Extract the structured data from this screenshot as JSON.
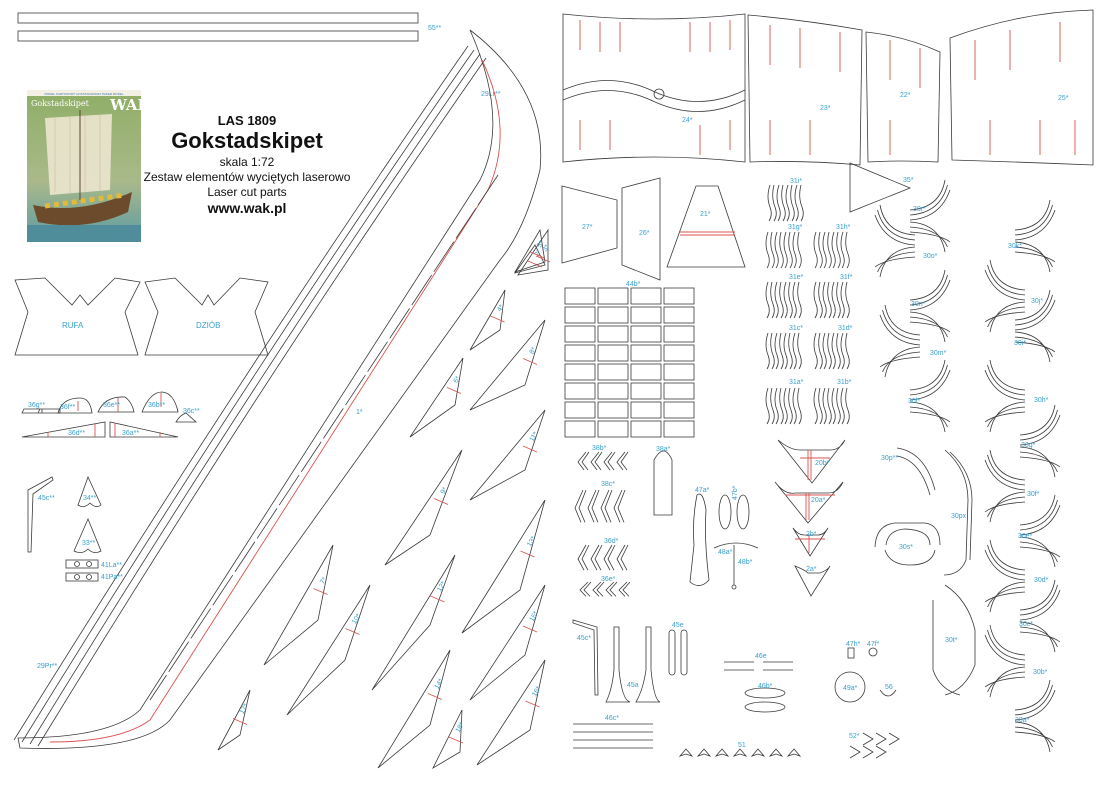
{
  "header": {
    "code": "LAS 1809",
    "title": "Gokstadskipet",
    "scale": "skala 1:72",
    "subtitle_pl": "Zestaw elementów wyciętych laserowo",
    "subtitle_en": "Laser cut parts",
    "website": "www.wak.pl"
  },
  "cover": {
    "top_strip": "MODEL KARTONOWY GOKSTADSKIPET PAPER MODEL",
    "name": "Gokstadskipet",
    "brand": "WAK"
  },
  "colors": {
    "cut_line": "#3a3a3a",
    "fold_line": "#d9534f",
    "label": "#3aa0cf"
  },
  "labels": {
    "p55": "55**",
    "p29Lr": "29Lr**",
    "p29Pr": "29Pr**",
    "p24": "24*",
    "p23": "23*",
    "p22": "22*",
    "p25": "25*",
    "p27": "27*",
    "p26": "26*",
    "p21": "21*",
    "p35": "35*",
    "p44b": "44b*",
    "p31i": "31i*",
    "p31g": "31g*",
    "p31h": "31h*",
    "p31e": "31e*",
    "p31f": "31f*",
    "p31c": "31c*",
    "p31d": "31d*",
    "p31a": "31a*",
    "p31b": "31b*",
    "p30r": "30r*",
    "p30o": "30o*",
    "p30k": "30k*",
    "p30n": "30n*",
    "p30j": "30j*",
    "p30m": "30m*",
    "p30i": "30i*",
    "p30l": "30l*",
    "p30h": "30h*",
    "p30g": "30g*",
    "p30p": "30p**",
    "p30px": "30px",
    "p30s": "30s*",
    "p30f": "30f*",
    "p30e": "30e*",
    "p30d": "30d*",
    "p30c": "30c*",
    "p30t": "30t*",
    "p30b": "30b*",
    "p30a": "30a*",
    "p38b": "38b*",
    "p38a": "38a*",
    "p38c": "38c*",
    "p36d1": "36d*",
    "p36e1": "36e*",
    "p47a": "47a*",
    "p47b": "47b*",
    "p48a": "48a*",
    "p48b": "48b*",
    "p20b": "20b*",
    "p20a": "20a*",
    "p2b": "2b*",
    "p2a": "2a*",
    "p45c1": "45c*",
    "p45a": "45a",
    "p45e": "45e",
    "p46e": "46e",
    "p46b": "46b*",
    "p46c": "46c*",
    "p51": "51",
    "p47h": "47h*",
    "p47f": "47f*",
    "p49a": "49a*",
    "p56": "56",
    "p52": "52*",
    "p36g": "36g**",
    "p36f": "36f**",
    "p36e": "36e**",
    "p36b": "36b**",
    "p36c": "36c**",
    "p36d": "36d**",
    "p36a": "36a**",
    "p45c": "45c**",
    "p34": "34**",
    "p33": "33**",
    "p41La": "41La**",
    "p41Pa": "41Pa**",
    "rufa": "RUFA",
    "dziob": "DZIÓB",
    "p1": "1*",
    "p2": "2*",
    "p3": "3*",
    "p4": "4*",
    "p5": "5*",
    "p6": "6*",
    "p7": "7*",
    "p8": "8*",
    "p9": "9*",
    "p10": "10*",
    "p11": "11*",
    "p12": "12*",
    "p13": "13*",
    "p14": "14*",
    "p15": "15*",
    "p16": "16*",
    "p17": "17*",
    "p18": "18*"
  }
}
